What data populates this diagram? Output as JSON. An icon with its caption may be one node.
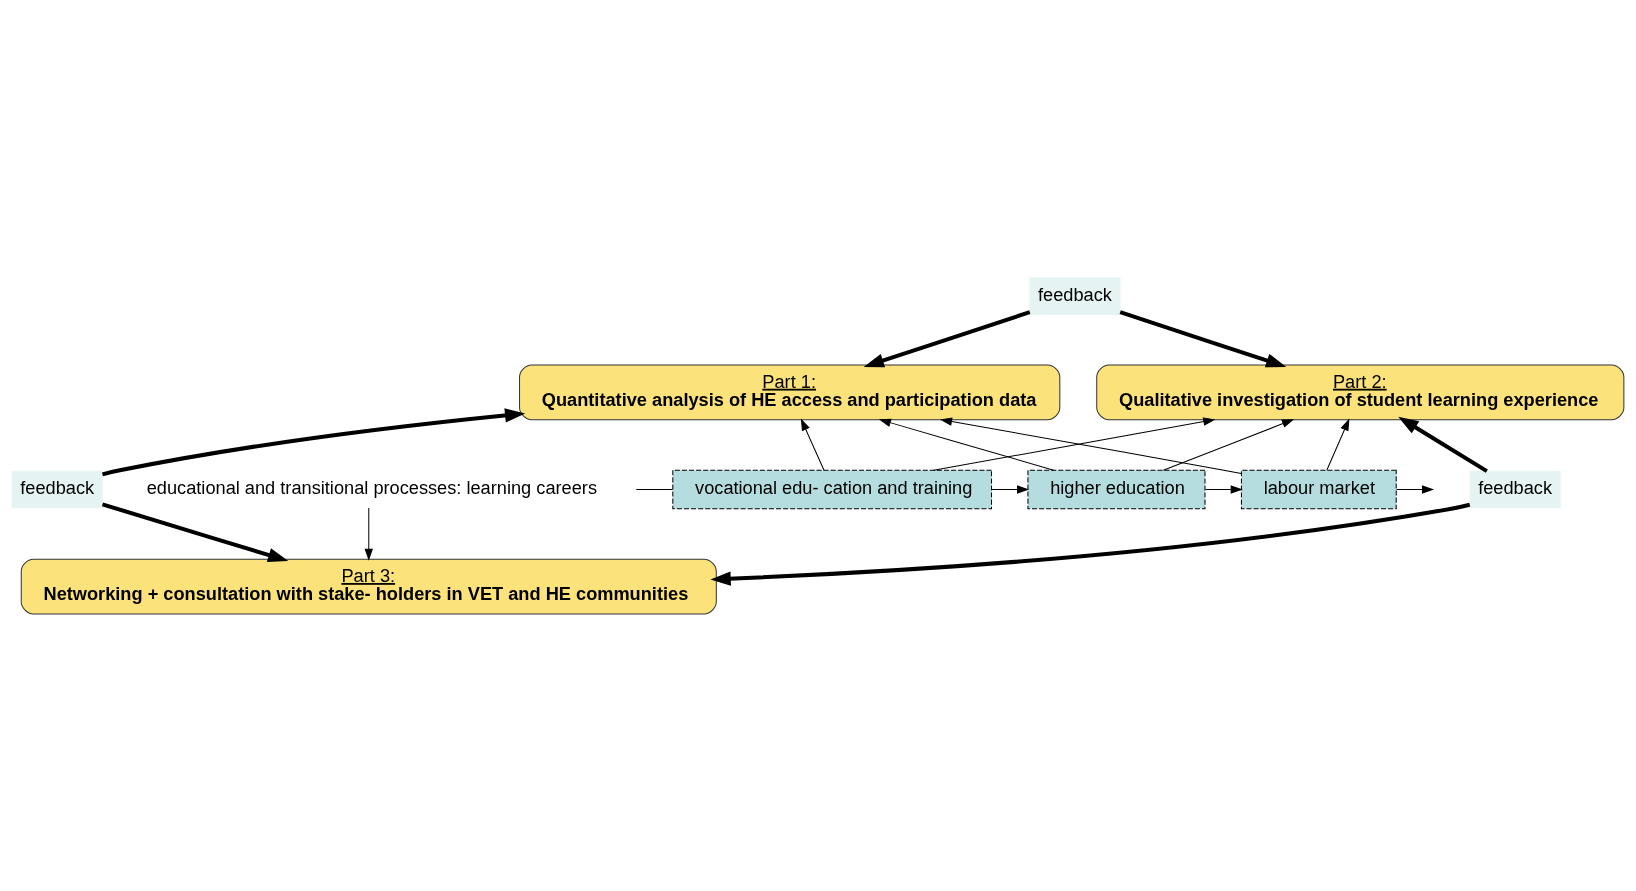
{
  "diagram": {
    "nodes": [
      {
        "text": [
          "Part 1:",
          "Quantitative analysis of HE access and participation data"
        ]
      },
      {
        "text": [
          "Part 2:",
          "Qualitative investigation of student learning experience"
        ]
      },
      {
        "text": [
          "feedback"
        ]
      },
      {
        "text": [
          "feedback"
        ]
      },
      {
        "text": [
          "feedback"
        ]
      },
      {
        "text": [
          "vocational edu- cation and training"
        ]
      },
      {
        "text": [
          "higher education"
        ]
      },
      {
        "text": [
          "labour market"
        ]
      },
      {
        "text": [
          "educational and transitional processes: learning careers"
        ]
      },
      {
        "text": [
          "Part 3:",
          "Networking + consultation with stake- holders in VET and HE communities"
        ]
      }
    ],
    "edges": [
      {
        "from": 2,
        "to": 0,
        "arrow": "to",
        "style": "thick"
      },
      {
        "from": 2,
        "to": 1,
        "arrow": "to",
        "style": "thick"
      },
      {
        "from": 3,
        "to": 0,
        "arrow": "to",
        "style": "thick"
      },
      {
        "from": 3,
        "to": 9,
        "arrow": "to",
        "style": "thick"
      },
      {
        "from": 4,
        "to": 1,
        "arrow": "to",
        "style": "thick"
      },
      {
        "from": 4,
        "to": 9,
        "arrow": "to",
        "style": "thick"
      },
      {
        "from": null,
        "to": 5,
        "arrow": "none"
      },
      {
        "from": 5,
        "to": 6,
        "arrow": "to"
      },
      {
        "from": 6,
        "to": 7,
        "arrow": "to"
      },
      {
        "from": 7,
        "to": null,
        "arrow": "to"
      },
      {
        "from": 5,
        "to": 0,
        "arrow": "to"
      },
      {
        "from": 6,
        "to": 0,
        "arrow": "to"
      },
      {
        "from": 7,
        "to": 0,
        "arrow": "to"
      },
      {
        "from": 5,
        "to": 1,
        "arrow": "to"
      },
      {
        "from": 6,
        "to": 1,
        "arrow": "to"
      },
      {
        "from": 7,
        "to": 1,
        "arrow": "to"
      },
      {
        "from": 8,
        "to": 9,
        "arrow": "to"
      }
    ]
  }
}
